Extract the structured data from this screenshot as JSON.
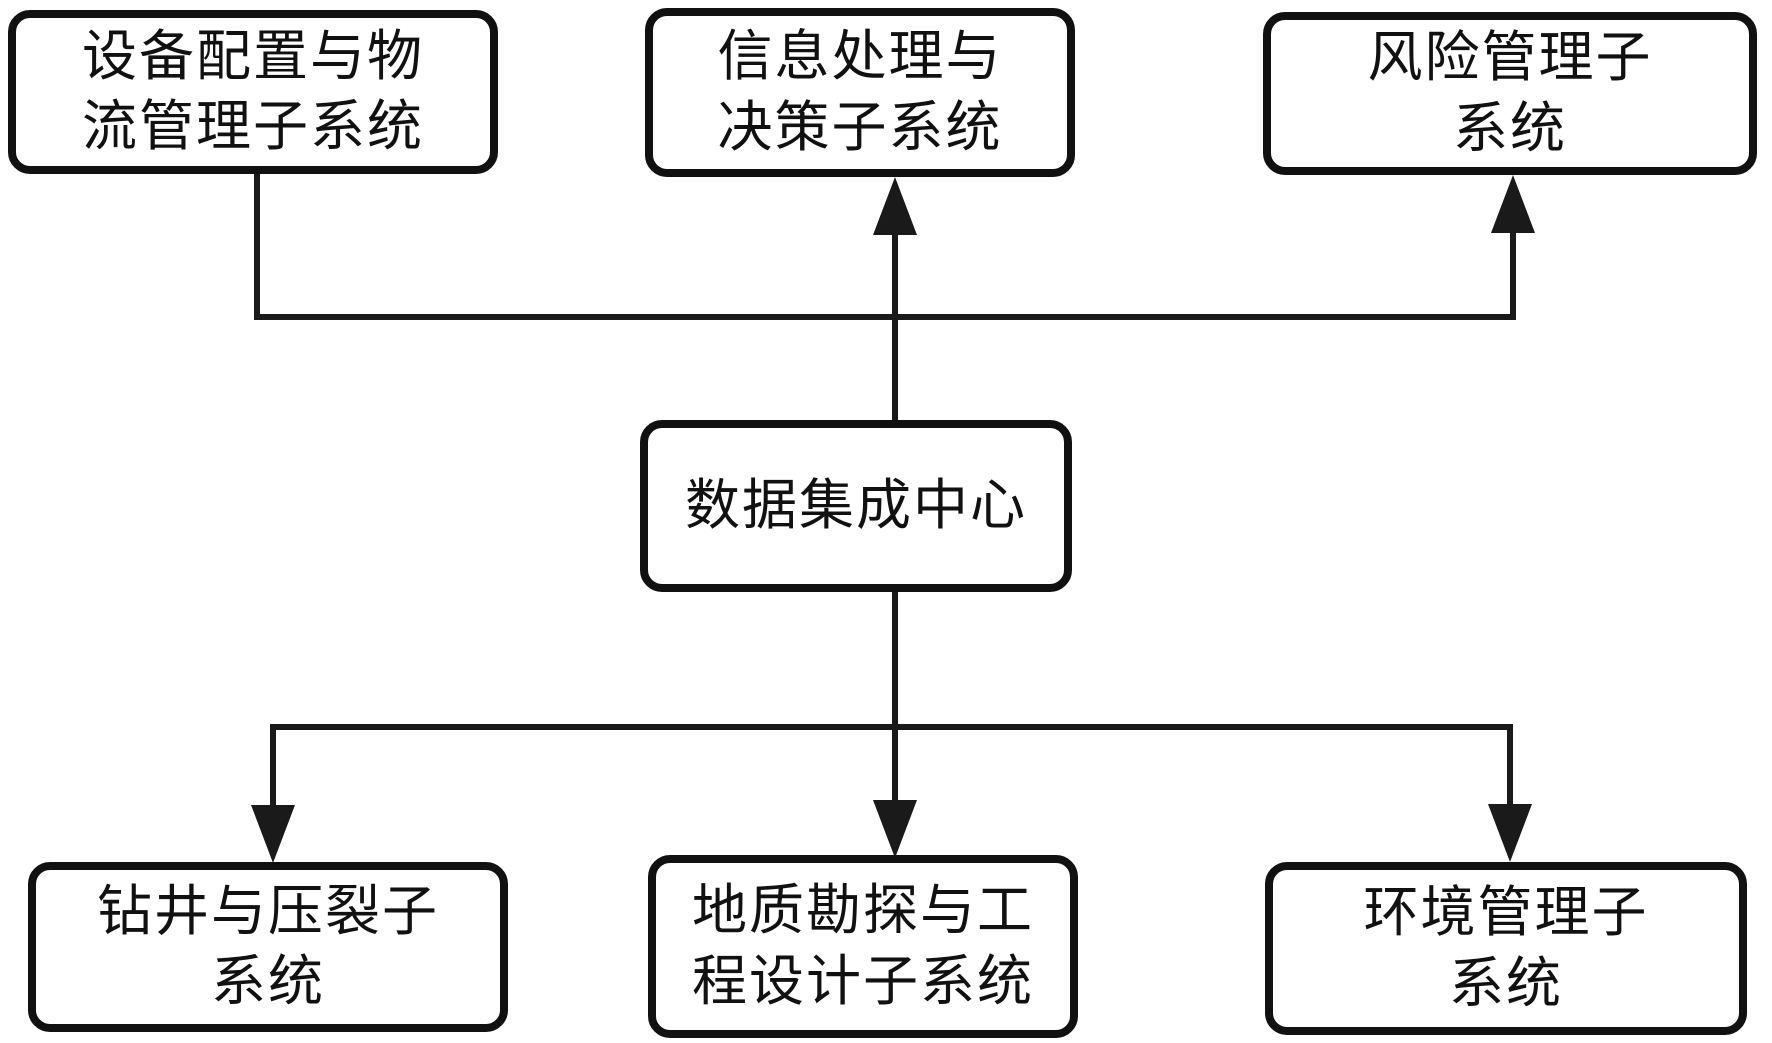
{
  "diagram": {
    "type": "flowchart",
    "colors": {
      "ink": "#111111",
      "line": "#1a1a1a",
      "background": "#ffffff"
    },
    "nodes": [
      {
        "id": "equipment-logistics",
        "text": "设备配置与物流管理子系统",
        "lines": [
          "设备配置与物",
          "流管理子系统"
        ]
      },
      {
        "id": "info-processing-decision",
        "text": "信息处理与决策子系统",
        "lines": [
          "信息处理与",
          "决策子系统"
        ]
      },
      {
        "id": "risk-management",
        "text": "风险管理子系统",
        "lines": [
          "风险管理子",
          "系统"
        ]
      },
      {
        "id": "data-integration-center",
        "text": "数据集成中心",
        "lines": [
          "数据集成中心"
        ]
      },
      {
        "id": "drilling-fracturing",
        "text": "钻井与压裂子系统",
        "lines": [
          "钻井与压裂子",
          "系统"
        ]
      },
      {
        "id": "geological-engineering-design",
        "text": "地质勘探与工程设计子系统",
        "lines": [
          "地质勘探与工",
          "程设计子系统"
        ]
      },
      {
        "id": "environment-management",
        "text": "环境管理子系统",
        "lines": [
          "环境管理子",
          "系统"
        ]
      }
    ],
    "edges": [
      {
        "from": "data-integration-center",
        "to": "info-processing-decision",
        "arrow": "up"
      },
      {
        "from": "equipment-logistics",
        "to": "risk-management",
        "arrow": "up"
      },
      {
        "from": "data-integration-center",
        "to": "drilling-fracturing",
        "arrow": "down"
      },
      {
        "from": "data-integration-center",
        "to": "geological-engineering-design",
        "arrow": "down"
      },
      {
        "from": "data-integration-center",
        "to": "environment-management",
        "arrow": "down"
      }
    ]
  }
}
